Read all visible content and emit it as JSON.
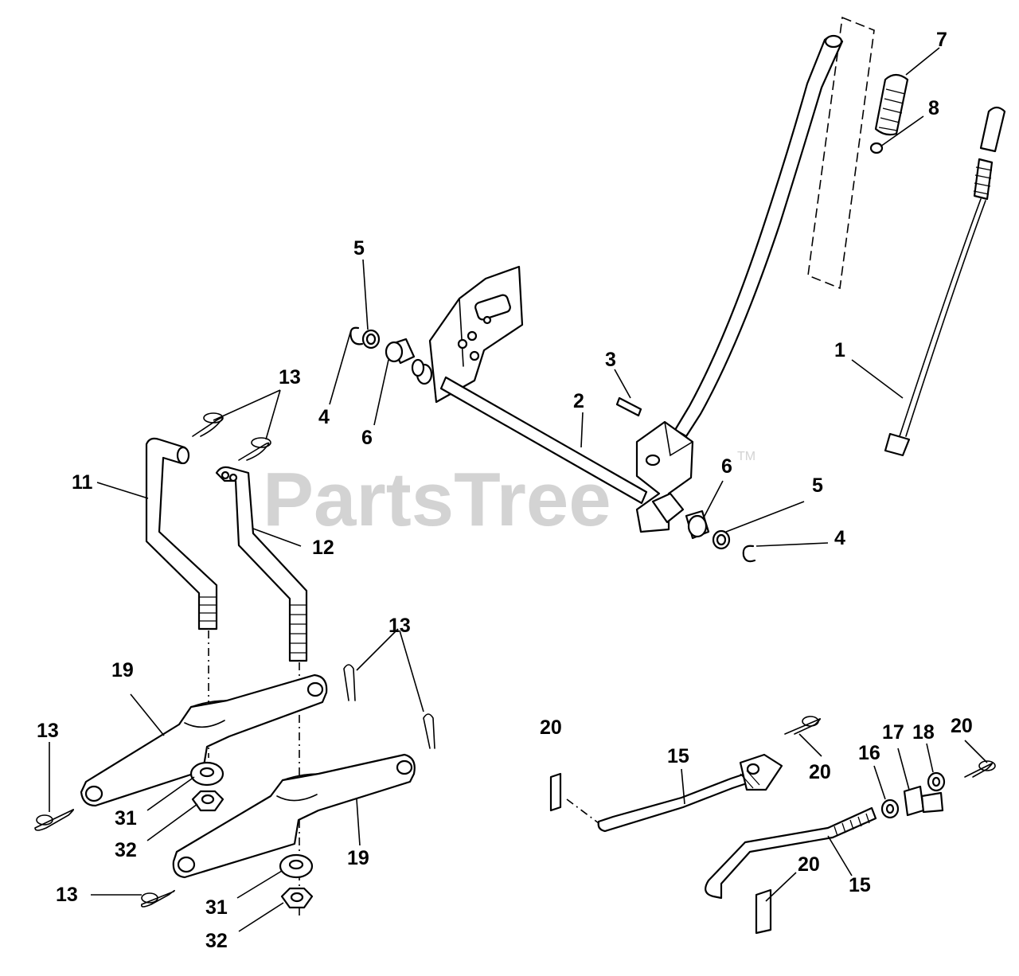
{
  "watermark": {
    "text": "PartsTree",
    "trademark": "TM"
  },
  "labels": {
    "p1": "1",
    "p2": "2",
    "p3": "3",
    "p4a": "4",
    "p4b": "4",
    "p5a": "5",
    "p5b": "5",
    "p6a": "6",
    "p6b": "6",
    "p7": "7",
    "p8": "8",
    "p11": "11",
    "p12": "12",
    "p13a": "13",
    "p13b": "13",
    "p13c": "13",
    "p13d": "13",
    "p15a": "15",
    "p15b": "15",
    "p16": "16",
    "p17": "17",
    "p18": "18",
    "p19a": "19",
    "p19b": "19",
    "p20a": "20",
    "p20b": "20",
    "p20c": "20",
    "p20d": "20",
    "p31a": "31",
    "p31b": "31",
    "p32a": "32",
    "p32b": "32"
  }
}
